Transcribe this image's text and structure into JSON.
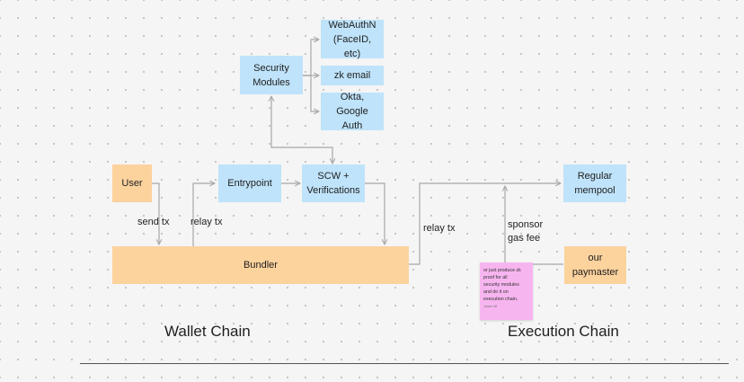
{
  "nodes": {
    "security_modules": "Security\nModules",
    "webauthn": "WebAuthN\n(FaceID, etc)",
    "zk_email": "zk email",
    "okta": "Okta, Google\nAuth",
    "user": "User",
    "entrypoint": "Entrypoint",
    "scw": "SCW +\nVerifications",
    "regular_mempool": "Regular\nmempool",
    "bundler": "Bundler",
    "our_paymaster": "our\npaymaster"
  },
  "edge_labels": {
    "send_tx": "send tx",
    "relay_tx_left": "relay tx",
    "relay_tx_right": "relay tx",
    "sponsor_gas_fee": "sponsor\ngas fee"
  },
  "sticky_note": {
    "text": "or just produce zk\nproof for all\nsecurity modules\nand do it on\nexecution chain.",
    "author": "Jamie Hill"
  },
  "section_titles": {
    "wallet_chain": "Wallet Chain",
    "execution_chain": "Execution Chain"
  },
  "colors": {
    "blue_node": "#bfe3fa",
    "orange_node": "#fcd29d",
    "sticky": "#f7b5f0",
    "connector": "#a8a8a8"
  }
}
